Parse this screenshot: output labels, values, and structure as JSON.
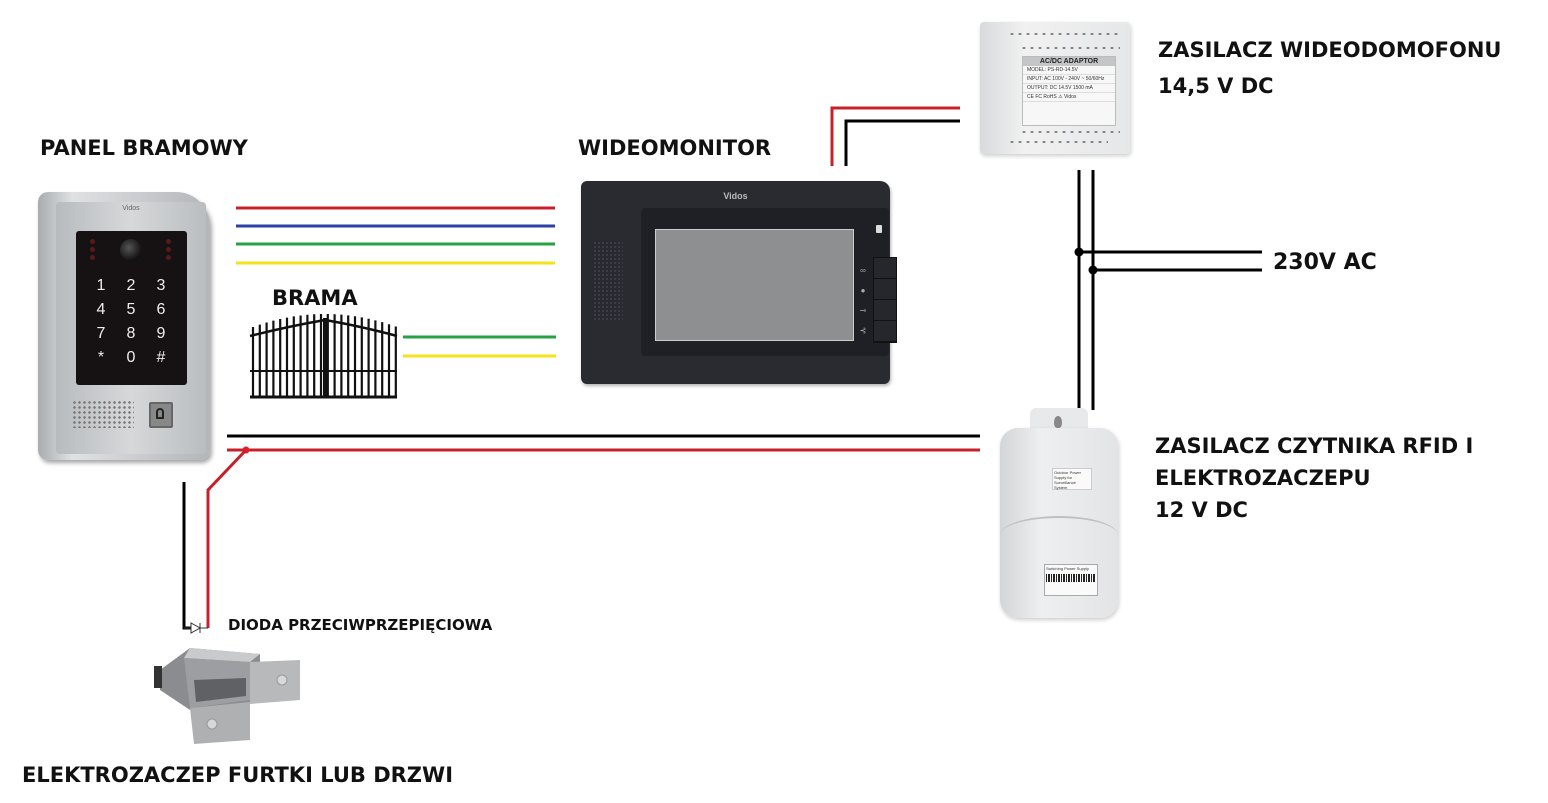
{
  "labels": {
    "gate_panel": "PANEL BRAMOWY",
    "gate": "BRAMA",
    "video_monitor": "WIDEOMONITOR",
    "intercom_psu_name": "ZASILACZ WIDEODOMOFONU",
    "intercom_psu_voltage": "14,5 V DC",
    "mains": "230V AC",
    "rfid_psu_line1": "ZASILACZ CZYTNIKA RFID I",
    "rfid_psu_line2": "ELEKTROZACZEPU",
    "rfid_psu_voltage": "12 V DC",
    "diode": "DIODA PRZECIWPRZEPIĘCIOWA",
    "door_strike": "ELEKTROZACZEP FURTKI LUB DRZWI"
  },
  "devices": {
    "gate_panel": {
      "brand": "Vidos",
      "keys": [
        "1",
        "2",
        "3",
        "4",
        "5",
        "6",
        "7",
        "8",
        "9",
        "*",
        "0",
        "#"
      ]
    },
    "monitor": {
      "brand": "Vidos",
      "button_icons": [
        "∞",
        "●",
        "⊸",
        "⊰"
      ]
    },
    "din_psu": {
      "header": "AC/DC ADAPTOR",
      "lines": [
        "MODEL: PS-RD-14.5V",
        "INPUT: AC 100V - 240V ~ 50/60Hz",
        "OUTPUT: DC 14.5V   1500 mA",
        "CE FC RoHS ⚠   Vidos"
      ]
    },
    "box_psu": {
      "label_top": "Outdoor Power Supply for Surveillance System",
      "label_bottom": "Switching Power Supply"
    }
  },
  "wire_colors": {
    "red": "#c8202a",
    "blue": "#2b3fa6",
    "green": "#27a143",
    "yellow": "#f4e21a",
    "black": "#000000"
  }
}
